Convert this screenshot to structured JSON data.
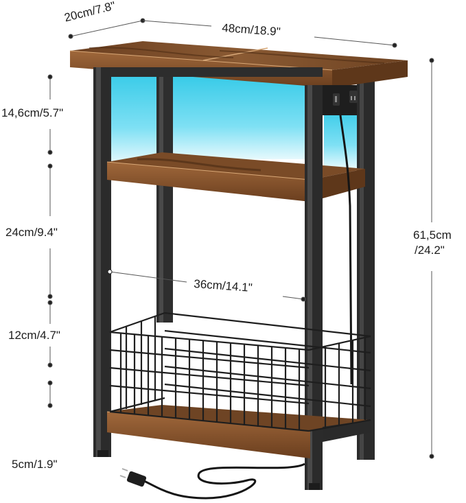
{
  "figure": {
    "type": "product-dimension-diagram",
    "subject": "side table with LED light, charging station, shelf and wire basket"
  },
  "dimensions": {
    "depth": "20cm/7.8\"",
    "width": "48cm/18.9\"",
    "top_section_height": "14,6cm/5.7\"",
    "middle_section_height": "24cm/9.4\"",
    "basket_height": "12cm/4.7\"",
    "floor_clearance": "5cm/1.9\"",
    "total_height_line1": "61,5cm",
    "total_height_line2": "/24.2\"",
    "inner_width": "36cm/14.1\""
  },
  "colors": {
    "wood": "#7a4a26",
    "wood_dark": "#5b361c",
    "wood_edge": "#c08a5a",
    "frame": "#2b2b2b",
    "frame_highlight": "#4a4a4a",
    "led_glow": "#5fd8f0",
    "led_glow_light": "#d9f6fc",
    "dim_line": "#555555"
  },
  "components": {
    "outlet": "power-strip-outlet",
    "plug": "power-plug",
    "basket": "wire-basket"
  }
}
